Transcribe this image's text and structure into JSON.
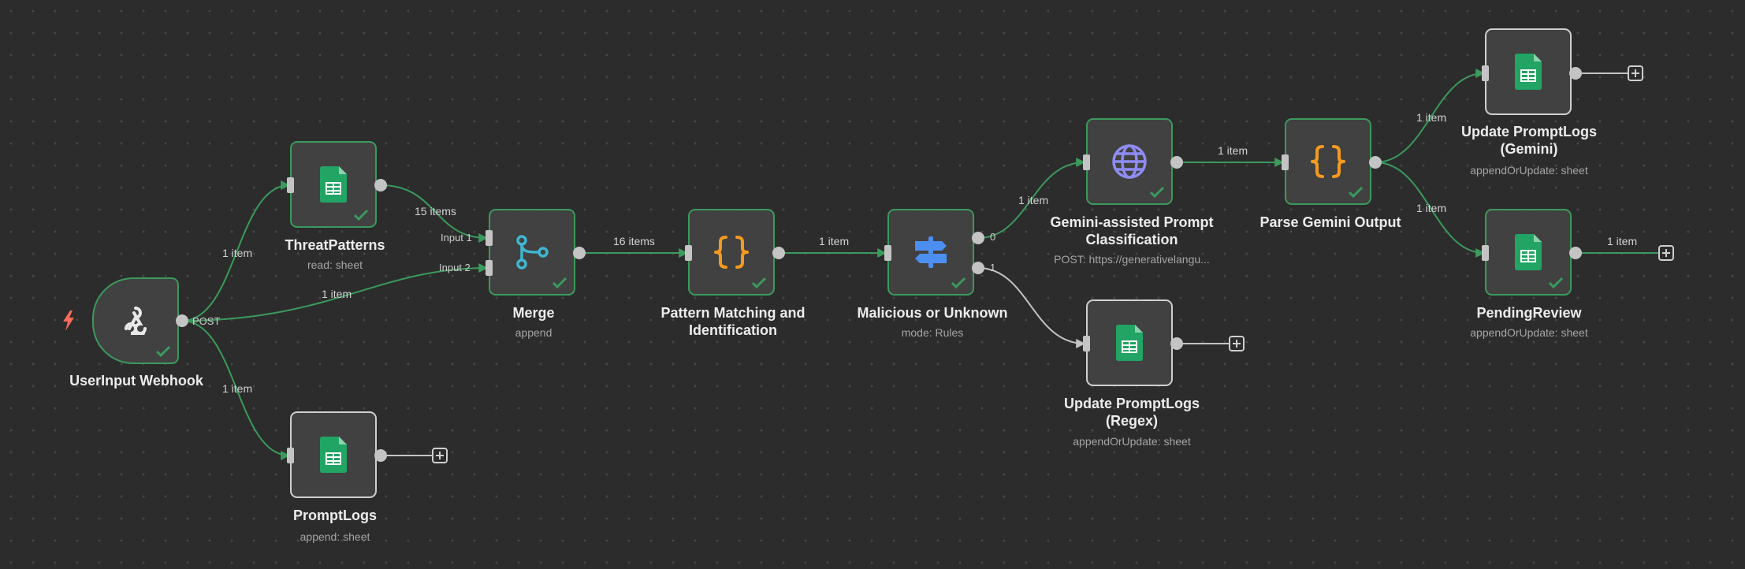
{
  "nodes": {
    "webhook": {
      "title": "UserInput Webhook",
      "output_label": "POST"
    },
    "threat_patterns": {
      "title": "ThreatPatterns",
      "subtitle": "read: sheet"
    },
    "prompt_logs": {
      "title": "PromptLogs",
      "subtitle": "append: sheet"
    },
    "merge": {
      "title": "Merge",
      "subtitle": "append",
      "input1": "Input 1",
      "input2": "Input 2"
    },
    "pattern_matching": {
      "title": "Pattern Matching and Identification"
    },
    "malicious": {
      "title": "Malicious or Unknown",
      "subtitle": "mode: Rules",
      "out0": "0",
      "out1": "1"
    },
    "gemini_classify": {
      "title": "Gemini-assisted Prompt Classification",
      "subtitle": "POST: https://generativelangu..."
    },
    "update_regex": {
      "title": "Update PromptLogs (Regex)",
      "subtitle": "appendOrUpdate: sheet"
    },
    "parse_gemini": {
      "title": "Parse Gemini Output"
    },
    "update_gemini": {
      "title": "Update PromptLogs (Gemini)",
      "subtitle": "appendOrUpdate: sheet"
    },
    "pending_review": {
      "title": "PendingReview",
      "subtitle": "appendOrUpdate: sheet"
    }
  },
  "connections": {
    "webhook_to_threat": "1 item",
    "webhook_to_merge": "1 item",
    "webhook_to_logs": "1 item",
    "threat_to_merge": "15 items",
    "merge_to_pattern": "16 items",
    "pattern_to_switch": "1 item",
    "switch_to_gemini": "1 item",
    "gemini_to_parse": "1 item",
    "parse_to_update": "1 item",
    "parse_to_pending": "1 item",
    "pending_out": "1 item"
  },
  "colors": {
    "canvas": "#2c2c2c",
    "success_border": "#3b9a5c",
    "connection": "#3b9a5c",
    "sheets_green": "#21a464",
    "code_orange": "#f39a1f",
    "http_purple": "#8e8cf2",
    "merge_cyan": "#3fb6cf",
    "switch_blue": "#4c8ff0",
    "trigger_red": "#ff6b5b"
  },
  "icons": [
    "webhook-icon",
    "google-sheets-icon",
    "merge-icon",
    "code-braces-icon",
    "switch-icon",
    "globe-icon",
    "checkmark-icon",
    "add-icon",
    "trigger-bolt-icon"
  ]
}
